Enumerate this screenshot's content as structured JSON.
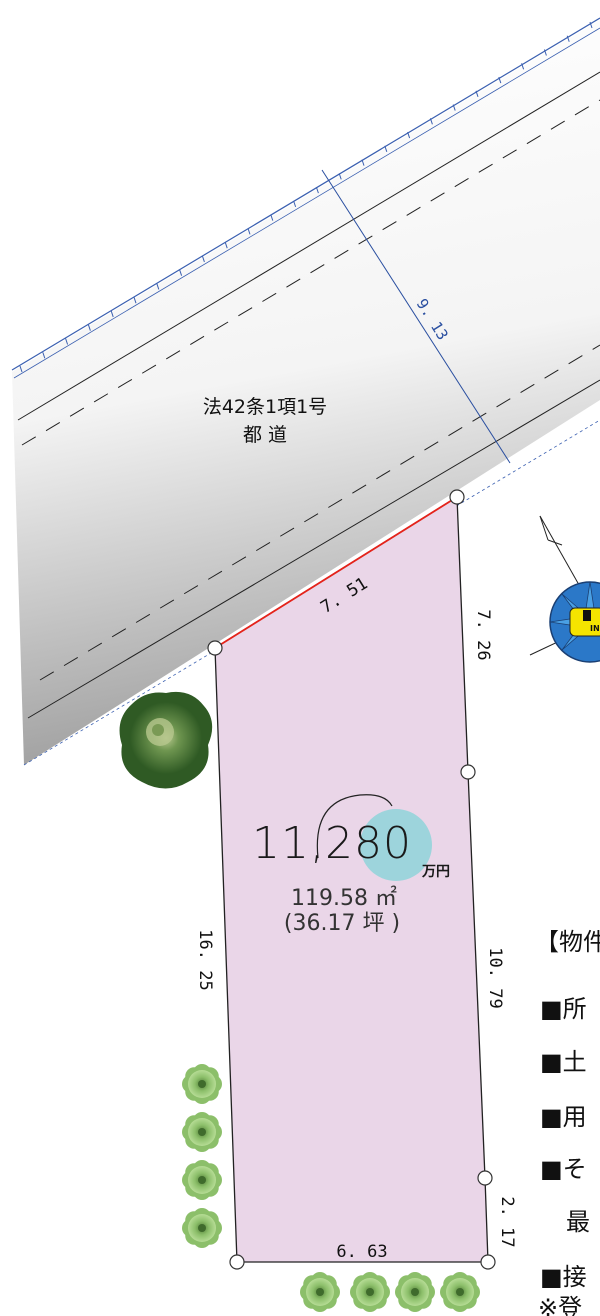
{
  "road": {
    "classification": "法42条1項1号",
    "type": "都 道",
    "width": "9. 13"
  },
  "lot": {
    "frontage": "7. 51",
    "side_upper_right": "7. 26",
    "side_left": "16. 25",
    "side_lower_right": "10. 79",
    "corner_short": "2. 17",
    "rear": "6. 63"
  },
  "price": {
    "amount": "11,280",
    "unit": "万円"
  },
  "area": {
    "sqm": "119.58 ㎡",
    "tsubo": "(36.17 坪 )"
  },
  "compass": {
    "badge_text": "INBA"
  },
  "info_panel": {
    "heading": "【物件",
    "row1": "■所",
    "row2": "■土",
    "row3": "■用",
    "row4": "■そ",
    "row4_cont": "最",
    "row5": "■接",
    "note": "※登"
  },
  "colors": {
    "lot_fill": "#ead6e8",
    "frontage_line": "#e5231b",
    "road_dimension": "#2a4fa0",
    "price_circle": "#8fd3d9",
    "tree_dark": "#3d6b2f",
    "shrub_light": "#8cbf6a",
    "compass_blue": "#2b78c8",
    "badge_yellow": "#f5e400"
  }
}
